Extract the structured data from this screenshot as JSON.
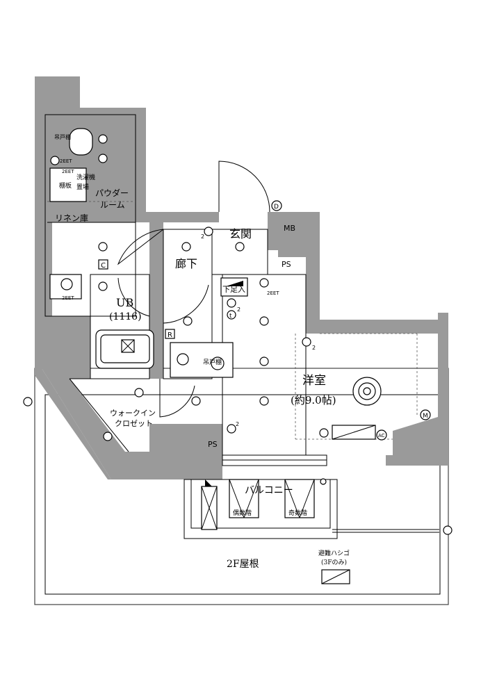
{
  "rooms": {
    "genkan": "玄関",
    "roka": "廊下",
    "youshitsu": "洋室",
    "youshitsu_size": "(約9.0帖)",
    "ub": "UB",
    "ub_size": "(1116)",
    "powder_1": "パウダー",
    "powder_2": "ルーム",
    "linen": "リネン庫",
    "walkin_1": "ウォークイン",
    "walkin_2": "クロゼット",
    "balcony": "バルコニー",
    "roof": "2F屋根"
  },
  "labels": {
    "mb": "MB",
    "ps_top": "PS",
    "ps_bottom": "PS",
    "getabako": "下足入",
    "tsuritodana_wc": "吊戸棚",
    "tsuritodana_kitchen": "吊戸棚",
    "washer_1": "洗濯機",
    "washer_2": "置場",
    "shelf": "棚板",
    "gusu": "偶数階",
    "kisu": "奇数階",
    "ladder_1": "避難ハシゴ",
    "ladder_2": "(3Fのみ)",
    "c_box": "C",
    "r_box": "R",
    "d_symbol": "D",
    "m_symbol": "M",
    "ac_symbol": "AC",
    "t_symbol": "t",
    "eet_1": "2EET",
    "eet_2": "2EET",
    "eet_3": "2EET",
    "eet_4": "2EET",
    "num_2a": "2",
    "num_2b": "2",
    "num_2c": "2",
    "num_2d": "2"
  }
}
